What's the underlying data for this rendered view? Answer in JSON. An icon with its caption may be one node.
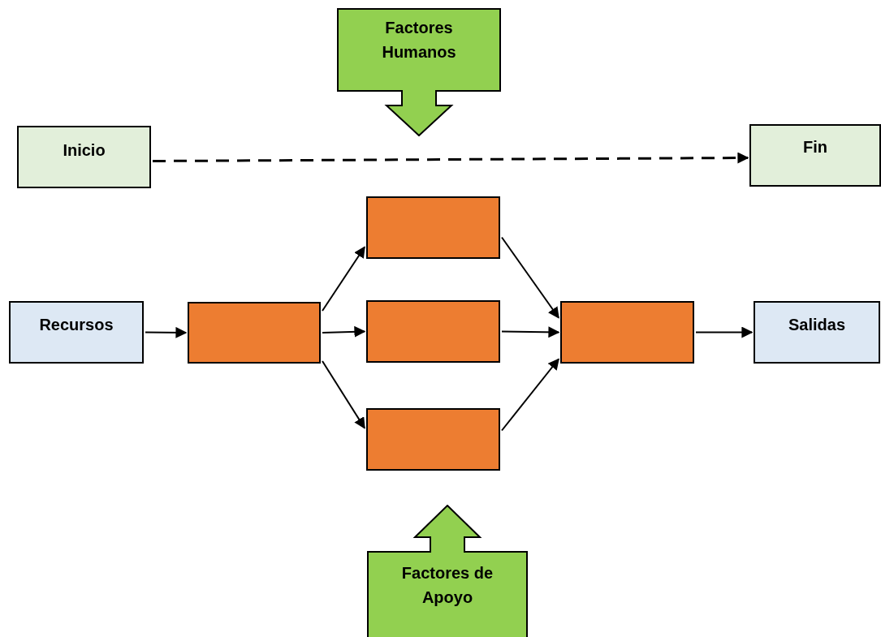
{
  "diagram": {
    "nodes": [
      {
        "text": [
          "Factores Humanos"
        ]
      },
      {
        "text": [
          "Inicio"
        ]
      },
      {
        "text": [
          "Fin"
        ]
      },
      {
        "text": [
          "Recursos"
        ]
      },
      {
        "text": [],
        "shape": "box"
      },
      {
        "text": [],
        "shape": "box"
      },
      {
        "text": [],
        "shape": "box"
      },
      {
        "text": [],
        "shape": "box"
      },
      {
        "text": [],
        "shape": "box"
      },
      {
        "text": [
          "Salidas"
        ]
      },
      {
        "text": [
          "Factores de Apoyo"
        ]
      }
    ],
    "edges": [
      {
        "from": 1,
        "to": 2,
        "arrow": "to",
        "style": "dashed"
      },
      {
        "from": 3,
        "to": 4,
        "arrow": "to"
      },
      {
        "from": 4,
        "to": 5,
        "arrow": "to"
      },
      {
        "from": 4,
        "to": 6,
        "arrow": "to"
      },
      {
        "from": 4,
        "to": 7,
        "arrow": "to"
      },
      {
        "from": 5,
        "to": 8,
        "arrow": "to"
      },
      {
        "from": 6,
        "to": 8,
        "arrow": "to"
      },
      {
        "from": 7,
        "to": 8,
        "arrow": "to"
      },
      {
        "from": 8,
        "to": 9,
        "arrow": "to"
      }
    ]
  }
}
